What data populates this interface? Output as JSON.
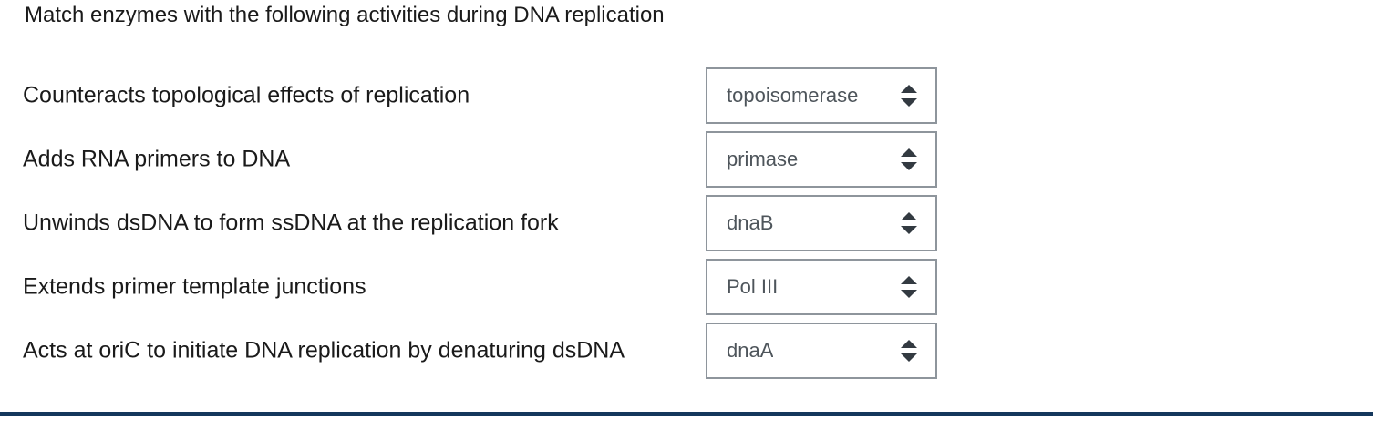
{
  "question": {
    "title": "Match enzymes with the following activities during DNA replication",
    "rows": [
      {
        "label": "Counteracts topological effects of replication",
        "value": "topoisomerase"
      },
      {
        "label": "Adds RNA primers to DNA",
        "value": "primase"
      },
      {
        "label": "Unwinds dsDNA to form ssDNA at the replication fork",
        "value": "dnaB"
      },
      {
        "label": "Extends primer template junctions",
        "value": "Pol III"
      },
      {
        "label": "Acts at oriC to initiate DNA replication by denaturing dsDNA",
        "value": "dnaA"
      }
    ]
  },
  "icons": {
    "select_arrows": "unfold-arrows-icon"
  },
  "colors": {
    "background": "#ffffff",
    "label_text": "#1a1a1a",
    "select_border": "#8e959c",
    "select_text": "#4e555b",
    "arrow": "#333a41",
    "divider": "#14375c"
  }
}
